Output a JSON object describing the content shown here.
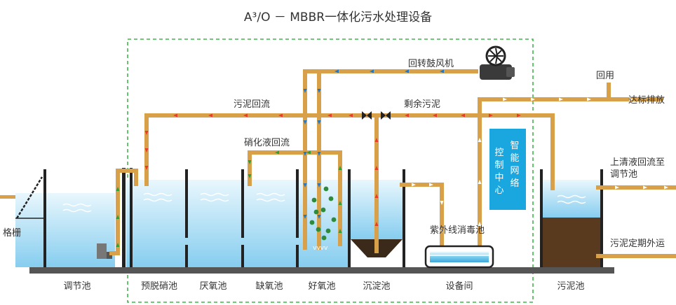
{
  "title": "A³/O － MBBR一体化污水处理设备",
  "labels": {
    "blower": "回转鼓风机",
    "sludge_return": "污泥回流",
    "excess_sludge": "剩余污泥",
    "nitrate_return": "硝化液回流",
    "uv_tank": "紫外线消毒池",
    "reuse": "回用",
    "discharge": "达标排放",
    "supernatant_l1": "上清液回流至",
    "supernatant_l2": "调节池",
    "sludge_out": "污泥定期外运",
    "screen": "格栅",
    "control_col1": [
      "控",
      "制",
      "中",
      "心"
    ],
    "control_col2": [
      "智",
      "能",
      "网",
      "络"
    ]
  },
  "bottom_labels": [
    "调节池",
    "预脱硝池",
    "厌氧池",
    "缺氧池",
    "好氧池",
    "沉淀池",
    "设备间",
    "污泥池"
  ],
  "colors": {
    "pipe": "#d9a04a",
    "water_top": "#e8f6fd",
    "water_bottom": "#8fd0f0",
    "wall": "#222222",
    "ground": "#555555",
    "dash": "#3fb54a",
    "control_bg": "#1aa6df",
    "sludge": "#5a3a1e",
    "arrow_red": "#e83a2f",
    "arrow_blue": "#1f77c7",
    "arrow_green": "#2e9e3a"
  }
}
